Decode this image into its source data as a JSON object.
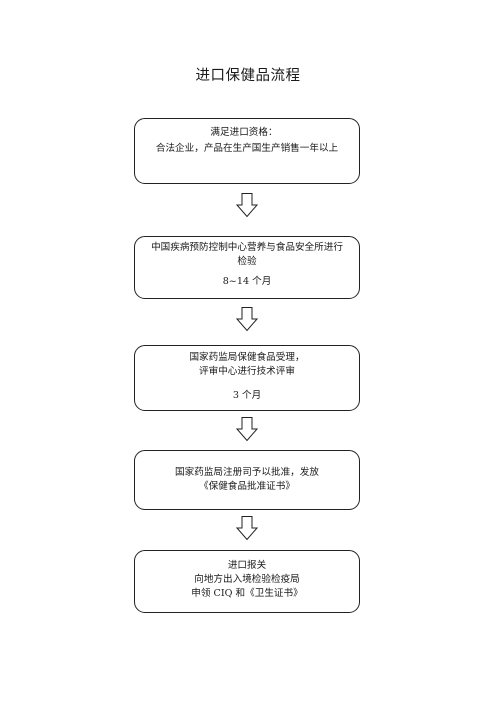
{
  "title": "进口保健品流程",
  "steps": [
    {
      "lines": [
        "满足进口资格：",
        "",
        "合法企业，产品在生产国生产销售一年以上"
      ]
    },
    {
      "lines": [
        "中国疾病预防控制中心营养与食品安全所进行",
        "检验",
        "",
        "8~14 个月"
      ]
    },
    {
      "lines": [
        "国家药监局保健食品受理，",
        "评审中心进行技术评审",
        "",
        "3 个月"
      ]
    },
    {
      "lines": [
        "国家药监局注册司予以批准，发放",
        "《保健食品批准证书》"
      ]
    },
    {
      "lines": [
        "进口报关",
        "向地方出入境检验检疫局",
        "申领 CIQ 和《卫生证书》"
      ]
    }
  ],
  "arrow_icon": "down-arrow-icon"
}
